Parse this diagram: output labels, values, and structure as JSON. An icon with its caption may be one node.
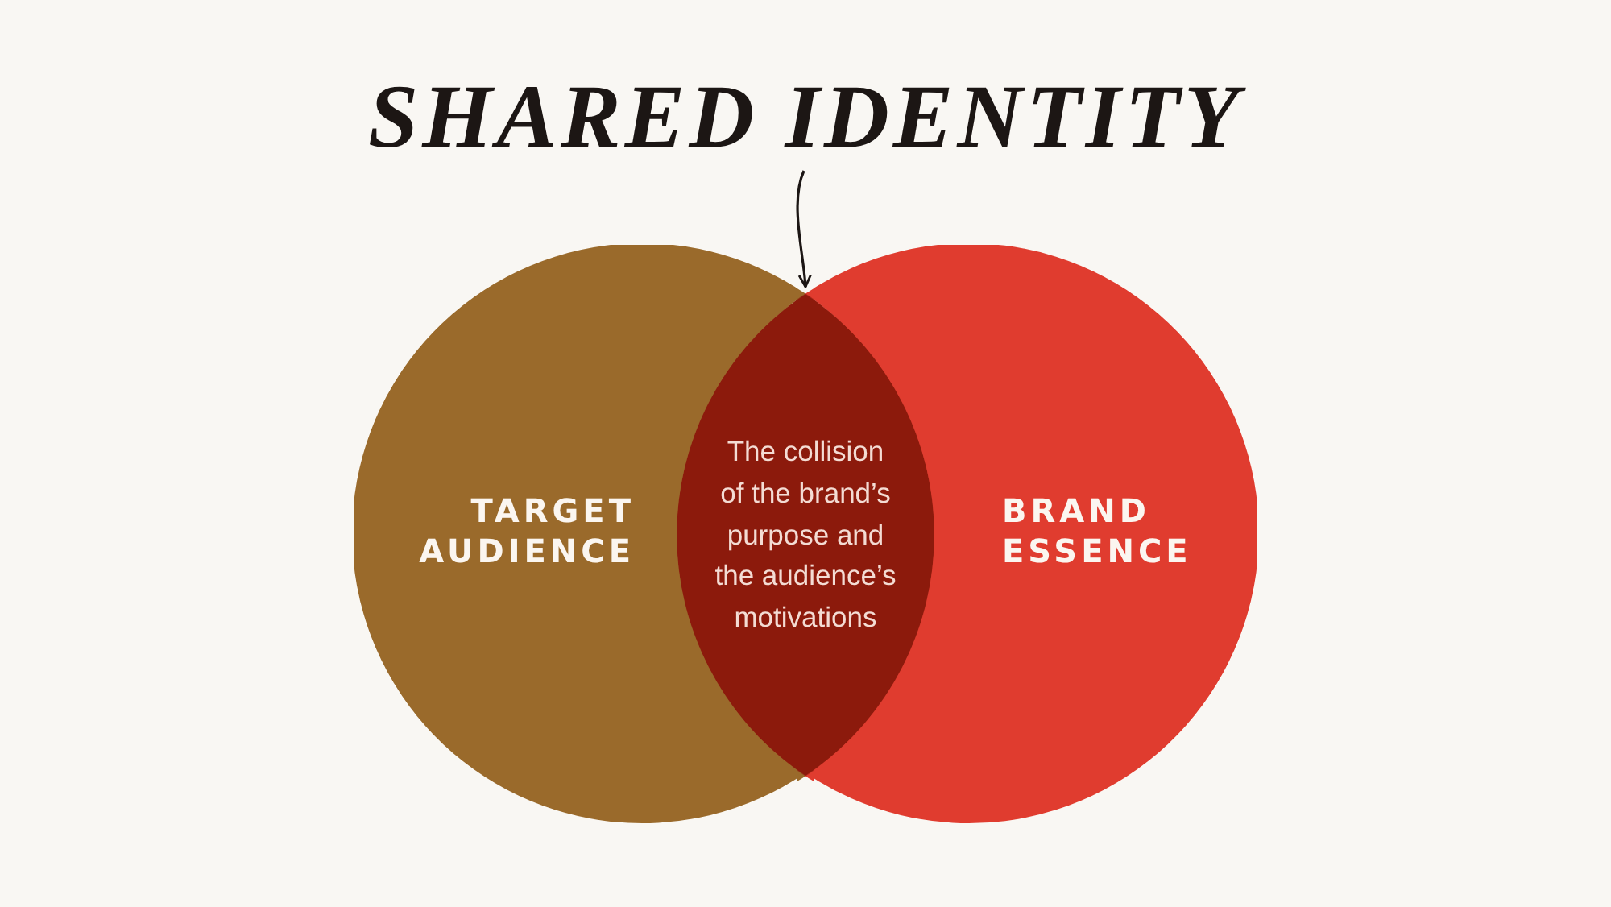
{
  "diagram": {
    "nodes": [
      {
        "text": [
          "SHARED IDENTITY"
        ]
      },
      {
        "text": [
          "TARGET AUDIENCE"
        ]
      },
      {
        "text": [
          "BRAND ESSENCE"
        ]
      },
      {
        "text": [
          "The collision of the brand’s purpose and the audience’s motivations"
        ]
      }
    ],
    "edges": [
      {
        "from": 0,
        "to": 3,
        "arrow": "to"
      }
    ]
  }
}
